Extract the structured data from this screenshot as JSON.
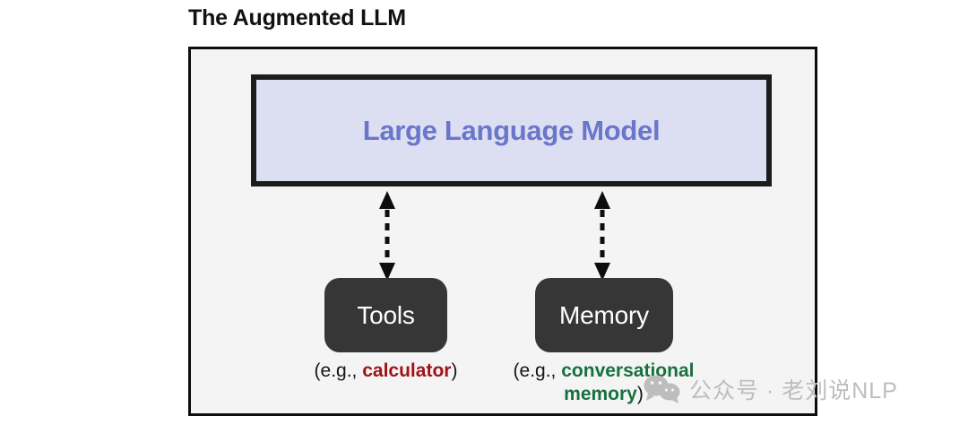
{
  "diagram": {
    "title": "The Augmented LLM",
    "llm": {
      "label": "Large Language Model",
      "fill_color": "#dcdff2",
      "text_color": "#6a76ca",
      "border_color": "#1c1c1e"
    },
    "panel": {
      "background_color": "#f4f4f4",
      "border_color": "#0d0d0d"
    },
    "nodes": [
      {
        "id": "tools",
        "label": "Tools",
        "fill_color": "#363636",
        "text_color": "#ffffff",
        "caption_prefix": "(e.g., ",
        "caption_highlight": "calculator",
        "caption_suffix": ")",
        "highlight_color": "#a31217"
      },
      {
        "id": "memory",
        "label": "Memory",
        "fill_color": "#363636",
        "text_color": "#ffffff",
        "caption_prefix": "(e.g., ",
        "caption_highlight": "conversational memory",
        "caption_suffix": ")",
        "highlight_color": "#17713f"
      }
    ],
    "connectors": [
      {
        "id": "llm-tools",
        "from": "llm",
        "to": "tools",
        "style": "dashed",
        "arrowheads": "both"
      },
      {
        "id": "llm-memory",
        "from": "llm",
        "to": "memory",
        "style": "dashed",
        "arrowheads": "both"
      }
    ]
  },
  "watermark": {
    "text": "公众号 · 老刘说NLP",
    "icon": "wechat-icon",
    "color": "#bdbdbd"
  }
}
